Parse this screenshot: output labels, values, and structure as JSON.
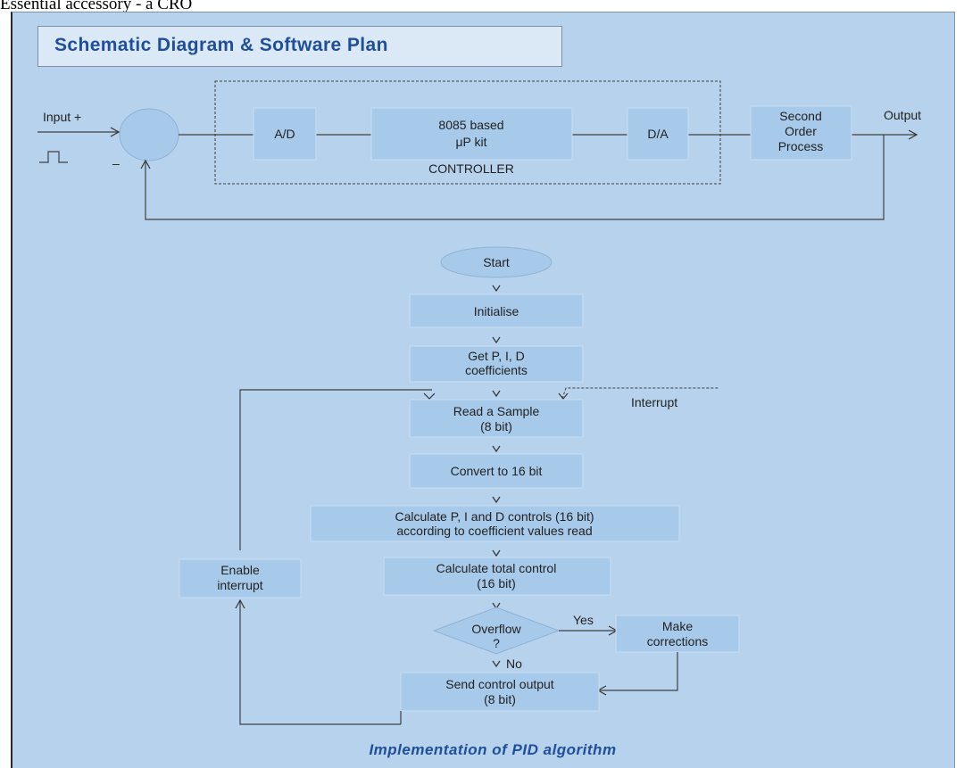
{
  "header_text": "Essential accessory - a CRO",
  "title": "Schematic Diagram & Software Plan",
  "schematic": {
    "input_label": "Input +",
    "minus_label": "–",
    "ad_label": "A/D",
    "kit_line1": "8085 based",
    "kit_line2": "μP kit",
    "da_label": "D/A",
    "process_line1": "Second",
    "process_line2": "Order",
    "process_line3": "Process",
    "output_label": "Output",
    "controller_label": "CONTROLLER"
  },
  "flowchart": {
    "start": "Start",
    "initialise": "Initialise",
    "get_coeff_line1": "Get P, I, D",
    "get_coeff_line2": "coefficients",
    "read_sample_line1": "Read a Sample",
    "read_sample_line2": "(8 bit)",
    "interrupt_label": "Interrupt",
    "convert": "Convert to 16 bit",
    "calc_pid_line1": "Calculate P, I and D controls (16 bit)",
    "calc_pid_line2": "according to coefficient values read",
    "calc_total_line1": "Calculate total control",
    "calc_total_line2": "(16 bit)",
    "overflow_line1": "Overflow",
    "overflow_line2": "?",
    "yes_label": "Yes",
    "no_label": "No",
    "corrections_line1": "Make",
    "corrections_line2": "corrections",
    "send_line1": "Send control output",
    "send_line2": "(8 bit)",
    "enable_line1": "Enable",
    "enable_line2": "interrupt"
  },
  "caption": "Implementation of PID algorithm"
}
